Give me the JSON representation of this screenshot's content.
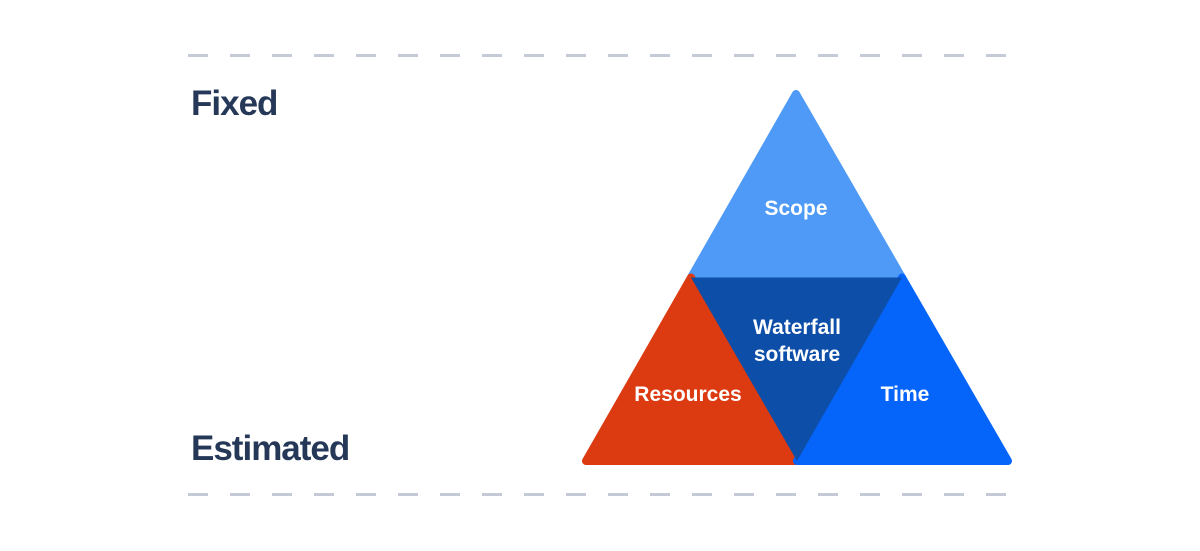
{
  "page": {
    "background": "#ffffff"
  },
  "axis_labels": {
    "top": "Fixed",
    "bottom": "Estimated",
    "color": "#253858"
  },
  "dividers": {
    "style": "dashed",
    "color": "#C5CBD6"
  },
  "triangle": {
    "label_color": "#ffffff",
    "sections": {
      "scope": {
        "label": "Scope",
        "color": "#4E9AF6"
      },
      "center": {
        "lines": [
          "Waterfall",
          "software"
        ],
        "color": "#0D4EA8"
      },
      "resources": {
        "label": "Resources",
        "color": "#DC3A10"
      },
      "time": {
        "label": "Time",
        "color": "#0564FA"
      }
    }
  }
}
